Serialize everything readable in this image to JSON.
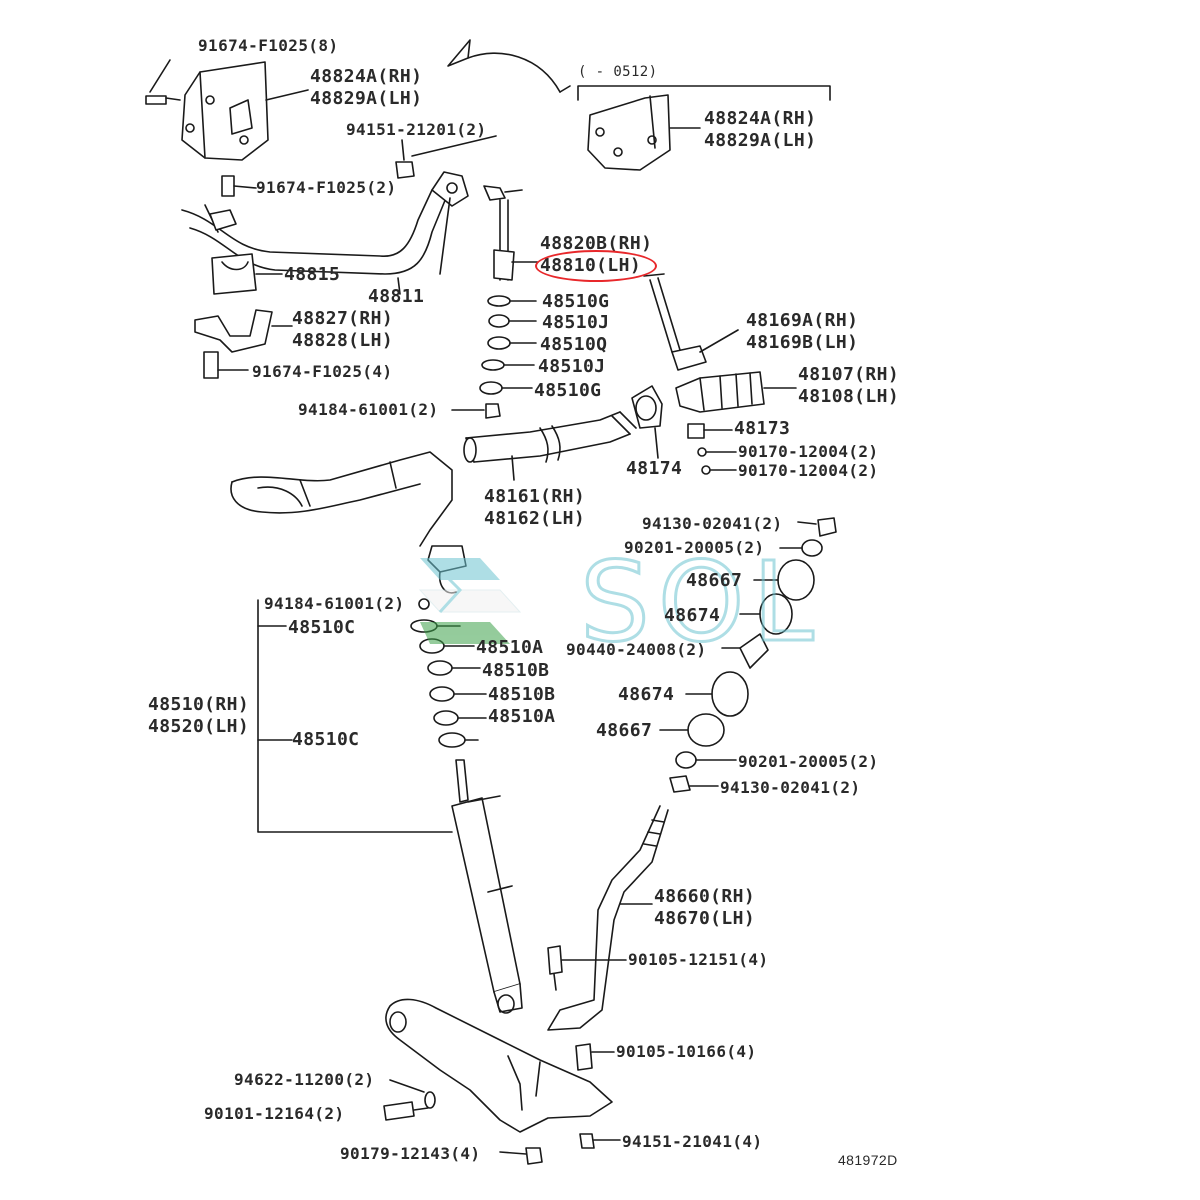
{
  "diagram": {
    "drawing_number": "481972D",
    "range_note": "(      - 0512)",
    "highlighted_part": "48810 (LH)",
    "highlight_color": "#e8282b",
    "labels": {
      "l_91674_f1025_8": "91674-F1025(8)",
      "l_48824a_rh_top": "48824A(RH)",
      "l_48829a_lh_top": "48829A(LH)",
      "l_94151_21201": "94151-21201(2)",
      "l_91674_f1025_2": "91674-F1025(2)",
      "l_48824a_rh_r": "48824A(RH)",
      "l_48829a_lh_r": "48829A(LH)",
      "l_48820b_rh": "48820B(RH)",
      "l_48810_lh": "48810(LH)",
      "l_48815": "48815",
      "l_48811": "48811",
      "l_48510g_1": "48510G",
      "l_48510j_1": "48510J",
      "l_48510q": "48510Q",
      "l_48510j_2": "48510J",
      "l_48510g_2": "48510G",
      "l_48827_rh": "48827(RH)",
      "l_48828_lh": "48828(LH)",
      "l_91674_f1025_4": "91674-F1025(4)",
      "l_48169a_rh": "48169A(RH)",
      "l_48169b_lh": "48169B(LH)",
      "l_48107_rh": "48107(RH)",
      "l_48108_lh": "48108(LH)",
      "l_94184_61001_top": "94184-61001(2)",
      "l_48173": "48173",
      "l_90170_12004_a": "90170-12004(2)",
      "l_90170_12004_b": "90170-12004(2)",
      "l_48174": "48174",
      "l_48161_rh": "48161(RH)",
      "l_48162_lh": "48162(LH)",
      "l_94130_02041_top": "94130-02041(2)",
      "l_90201_20005_top": "90201-20005(2)",
      "l_48667_top": "48667",
      "l_48674_top": "48674",
      "l_90440_24008": "90440-24008(2)",
      "l_48674_bot": "48674",
      "l_48667_bot": "48667",
      "l_90201_20005_bot": "90201-20005(2)",
      "l_94130_02041_bot": "94130-02041(2)",
      "l_94184_61001_mid": "94184-61001(2)",
      "l_48510c_1": "48510C",
      "l_48510a_1": "48510A",
      "l_48510b_1": "48510B",
      "l_48510b_2": "48510B",
      "l_48510a_2": "48510A",
      "l_48510_rh": "48510(RH)",
      "l_48520_lh": "48520(LH)",
      "l_48510c_2": "48510C",
      "l_48660_rh": "48660(RH)",
      "l_48670_lh": "48670(LH)",
      "l_90105_12151": "90105-12151(4)",
      "l_90105_10166": "90105-10166(4)",
      "l_94622_11200": "94622-11200(2)",
      "l_90101_12164": "90101-12164(2)",
      "l_94151_21041": "94151-21041(4)",
      "l_90179_12143": "90179-12143(4)"
    }
  },
  "watermark": {
    "text": "SOL",
    "color": "#6cc4d0",
    "icon": "sol-logo-icon"
  }
}
